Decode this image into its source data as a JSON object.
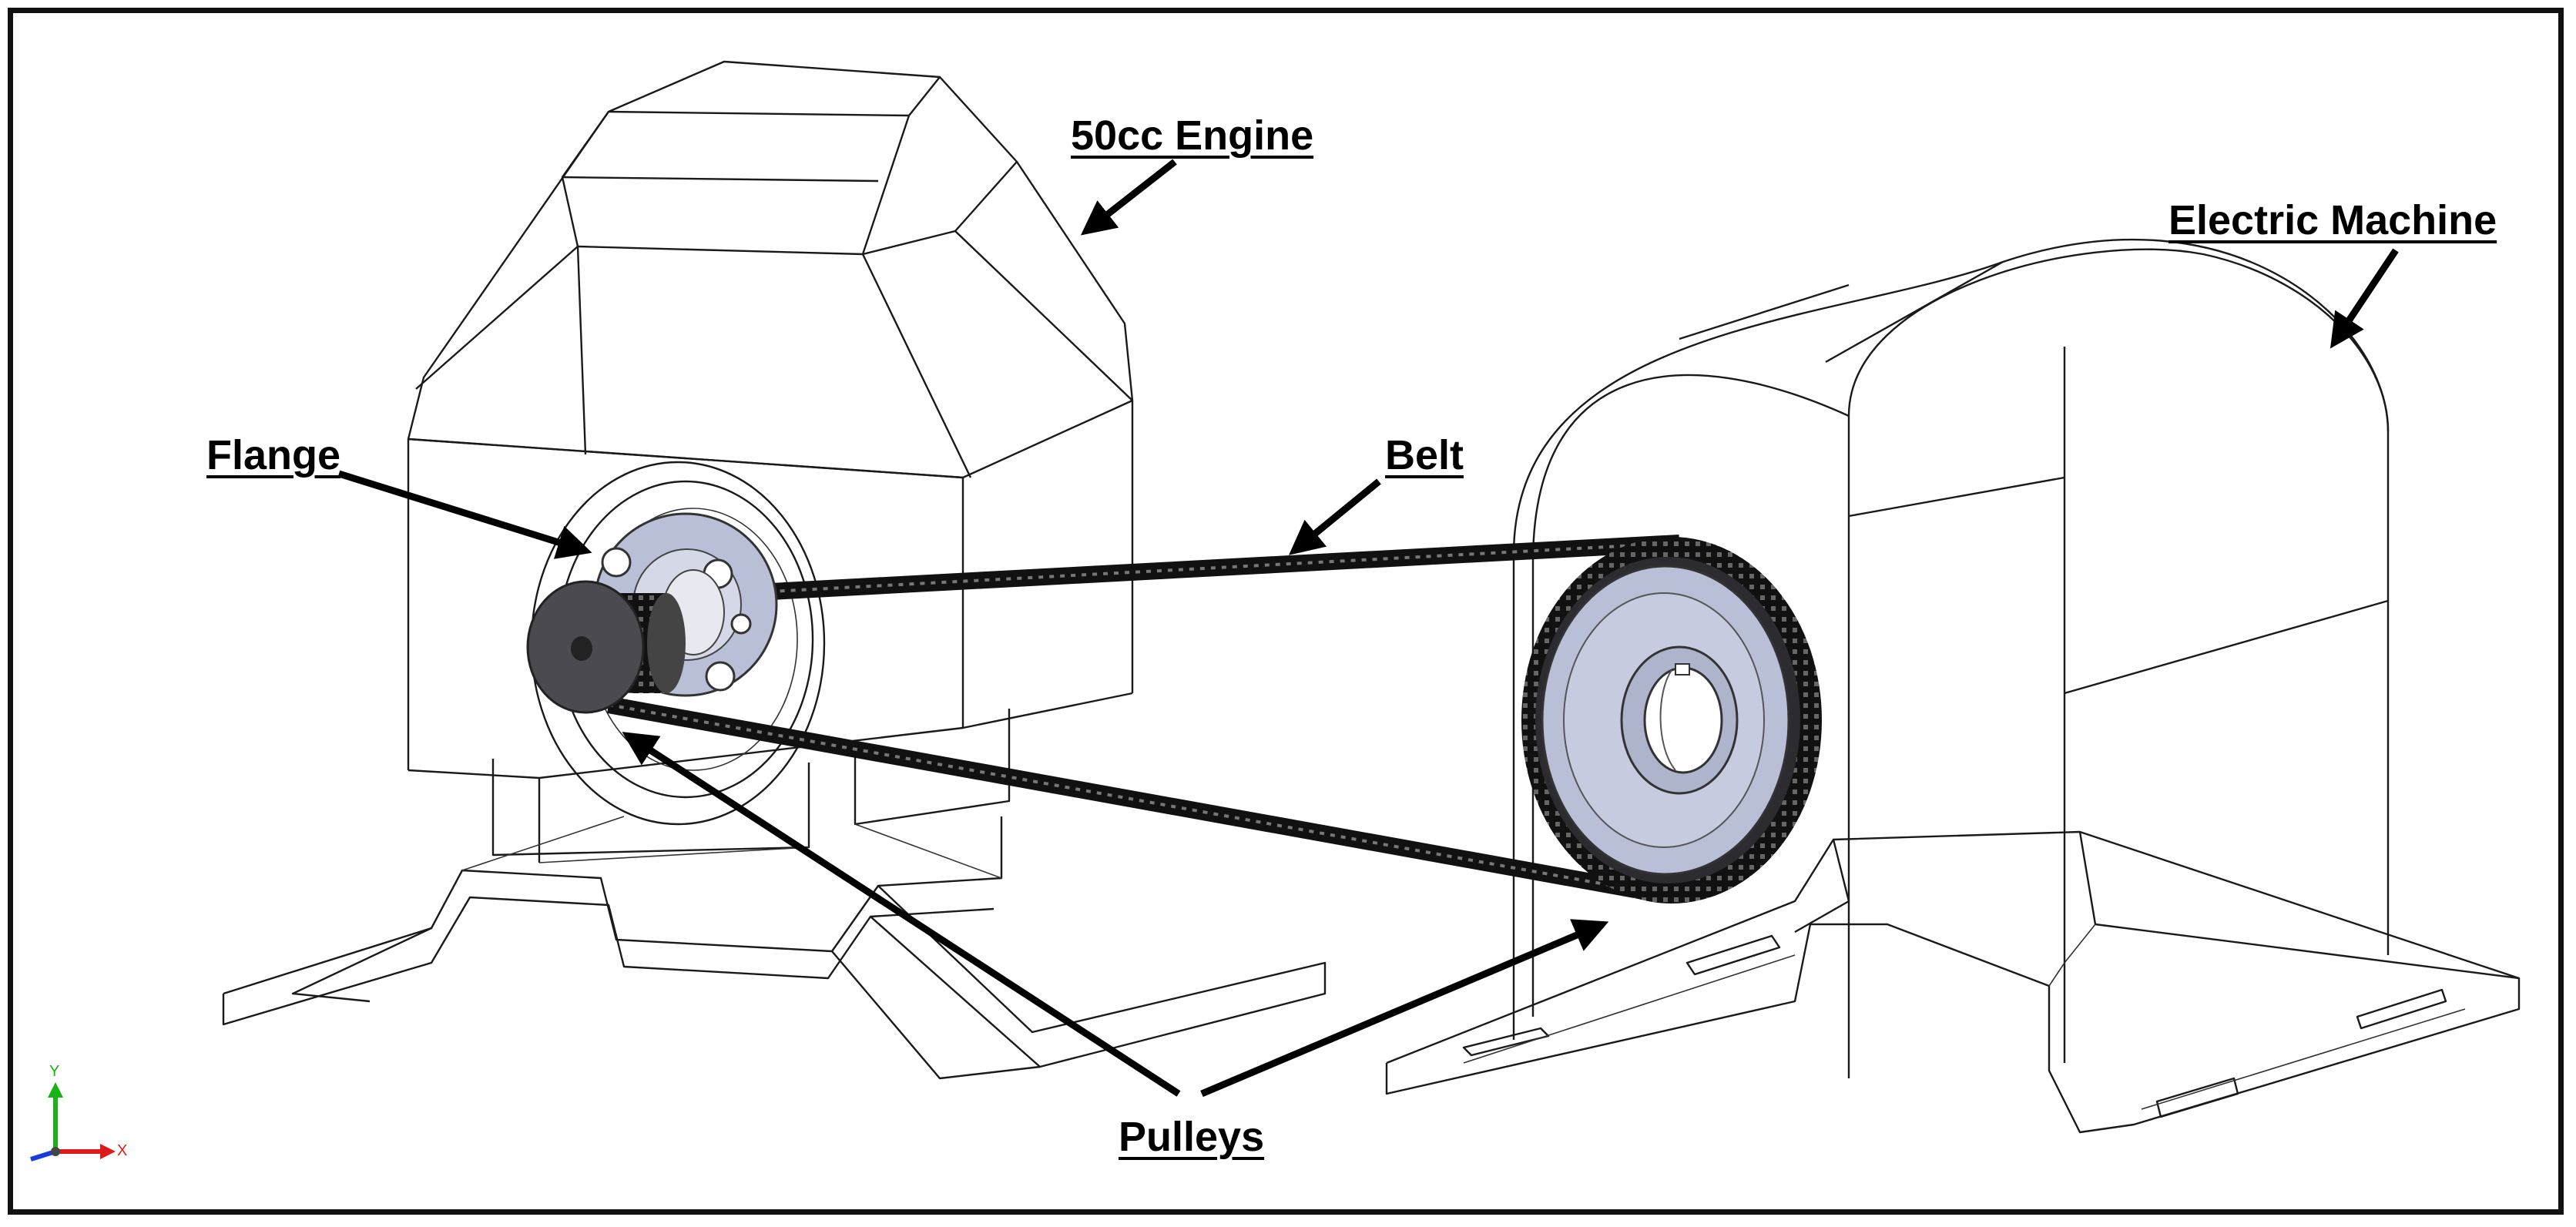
{
  "labels": {
    "engine": "50cc Engine",
    "electric_machine": "Electric Machine",
    "flange": "Flange",
    "belt": "Belt",
    "pulleys": "Pulleys"
  },
  "triad": {
    "y": "Y",
    "x": "X",
    "y_color": "#17b317",
    "x_color": "#e01a1a",
    "z_color": "#1a3be0"
  },
  "colors": {
    "pulley_face": "#b9bfd6",
    "pulley_dark": "#4a4a50",
    "belt": "#111111"
  }
}
